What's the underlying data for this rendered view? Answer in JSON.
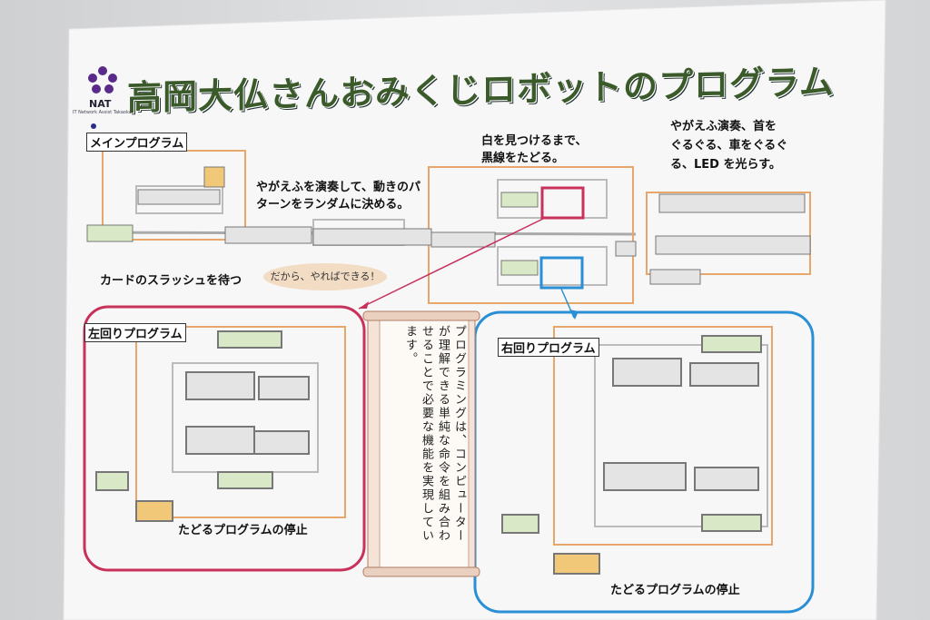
{
  "poster": {
    "logo": {
      "name": "NAT",
      "sub": "IT Network Assist Takaoka"
    },
    "title": "高岡大仏さんおみくじロボットのプログラム",
    "labels": {
      "main_program": "メインプログラム",
      "wait_card": "カードのスラッシュを待つ",
      "random_note_1": "やがえふを演奏して、動きのパ",
      "random_note_2": "ターンをランダムに決める。",
      "white_note_1": "白を見つけるまで、",
      "white_note_2": "黒線をたどる。",
      "perform_note_1": "やがえふ演奏、首を",
      "perform_note_2": "ぐるぐる、車をぐるぐ",
      "perform_note_3": "る、LED を光らす。",
      "speech_bubble": "だから、やればできる！",
      "left_program": "左回りプログラム",
      "right_program": "右回りプログラム",
      "stop_left": "たどるプログラムの停止",
      "stop_right": "たどるプログラムの停止"
    },
    "scroll_text": "プログラミングは、コンピューターが理解できる単純な命令を組み合わせることで必要な機能を実現しています。"
  },
  "colors": {
    "title_green": "#3a5a2a",
    "left_frame": "#c8315a",
    "right_frame": "#2b8fd6",
    "arrow": "#c8315a",
    "scroll_bg": "#f4e3d6"
  }
}
